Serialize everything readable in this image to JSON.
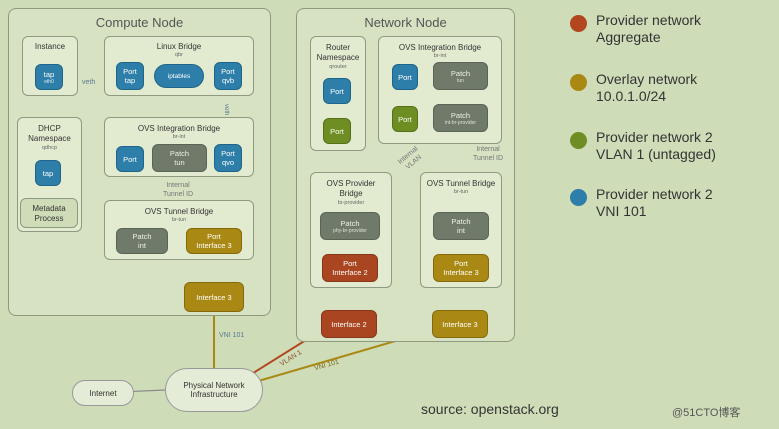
{
  "compute_node": {
    "title": "Compute Node",
    "instance": {
      "title": "Instance",
      "tap": {
        "label": "tap",
        "sub": "eth0"
      }
    },
    "linux_bridge": {
      "title": "Linux Bridge",
      "sub": "qbr",
      "port_tap": {
        "label": "Port",
        "sub": "tap"
      },
      "iptables": "iptables",
      "port_qvb": {
        "label": "Port",
        "sub": "qvb"
      }
    },
    "veth_label": "veth",
    "veth_vertical_label": "veth",
    "dhcp": {
      "title": "DHCP",
      "title2": "Namespace",
      "sub": "qdhcp",
      "tap": "tap",
      "metadata": "Metadata Process"
    },
    "ovs_integration": {
      "title": "OVS Integration Bridge",
      "sub": "br-int",
      "port": "Port",
      "patch": {
        "label": "Patch",
        "sub": "tun"
      },
      "port_qvo": {
        "label": "Port",
        "sub": "qvo"
      }
    },
    "internal_tunnel_label": "Internal Tunnel ID",
    "ovs_tunnel": {
      "title": "OVS Tunnel Bridge",
      "sub": "br-tun",
      "patch": {
        "label": "Patch",
        "sub": "int"
      },
      "port": {
        "label": "Port",
        "sub": "Interface 3"
      }
    },
    "interface3": "Interface 3"
  },
  "network_node": {
    "title": "Network Node",
    "router": {
      "title": "Router",
      "title2": "Namespace",
      "sub": "qrouter",
      "port_blue": "Port",
      "port_green": "Port"
    },
    "ovs_integration": {
      "title": "OVS Integration Bridge",
      "sub": "br-int",
      "port_blue": "Port",
      "port_green": "Port",
      "patch_tun": {
        "label": "Patch",
        "sub": "tun"
      },
      "patch_provider": {
        "label": "Patch",
        "sub": "int-br-provider"
      }
    },
    "internal_vlan_label": "Internal VLAN",
    "internal_tunnel_label": "Internal Tunnel ID",
    "ovs_provider": {
      "title": "OVS Provider",
      "title2": "Bridge",
      "sub": "br-provider",
      "patch": {
        "label": "Patch",
        "sub": "phy-br-provider"
      },
      "port": {
        "label": "Port",
        "sub": "Interface 2"
      }
    },
    "ovs_tunnel": {
      "title": "OVS Tunnel Bridge",
      "sub": "br-tun",
      "patch": {
        "label": "Patch",
        "sub": "int"
      },
      "port": {
        "label": "Port",
        "sub": "Interface 3"
      }
    },
    "interface2": "Interface 2",
    "interface3": "Interface 3"
  },
  "vni_label_vertical": "VNI 101",
  "vlan_label": "VLAN 1",
  "vni_label_diag": "VNI 101",
  "internet": "Internet",
  "physical": {
    "line1": "Physical Network",
    "line2": "Infrastructure"
  },
  "legend": [
    {
      "line1": "Provider network",
      "line2": "Aggregate",
      "color": "#b1461f"
    },
    {
      "line1": "Overlay network",
      "line2": "10.0.1.0/24",
      "color": "#a98914"
    },
    {
      "line1": "Provider network 2",
      "line2": "VLAN 1 (untagged)",
      "color": "#6e8d22"
    },
    {
      "line1": "Provider network 2",
      "line2": "VNI 101",
      "color": "#2d7ea8"
    }
  ],
  "source": "source: openstack.org",
  "watermark": "@51CTO博客"
}
